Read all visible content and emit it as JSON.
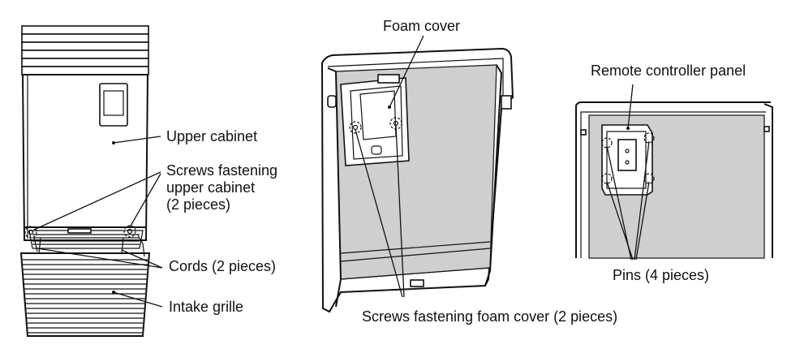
{
  "labels": {
    "foam_cover": "Foam cover",
    "remote_controller_panel": "Remote controller panel",
    "upper_cabinet": "Upper cabinet",
    "screws_upper_cabinet": "Screws fastening\nupper cabinet\n(2 pieces)",
    "cords": "Cords (2 pieces)",
    "intake_grille": "Intake grille",
    "screws_foam_cover": "Screws fastening foam cover (2 pieces)",
    "pins": "Pins (4 pieces)"
  }
}
